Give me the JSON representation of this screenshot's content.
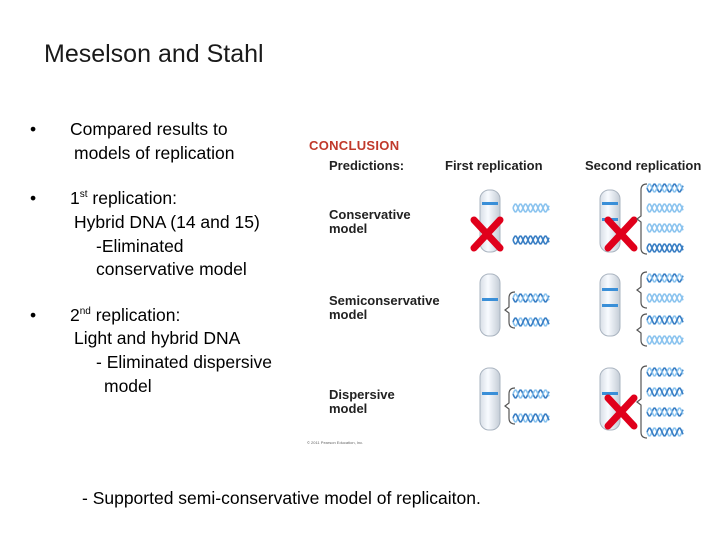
{
  "slide": {
    "title": "Meselson and Stahl",
    "bullets": [
      {
        "symbol": "•",
        "lines": [
          "Compared results to",
          "models of replication"
        ]
      },
      {
        "symbol": "•",
        "line1_num": "1",
        "line1_sup": "st",
        "line1_rest": " replication:",
        "lines": [
          "Hybrid DNA (14 and 15)",
          "-Eliminated",
          "conservative model"
        ]
      },
      {
        "symbol": "•",
        "line1_num": "2",
        "line1_sup": "nd",
        "line1_rest": " replication:",
        "lines": [
          "Light and hybrid DNA",
          "-  Eliminated dispersive",
          "model"
        ]
      }
    ],
    "footer": "-  Supported semi-conservative model of replicaiton."
  },
  "figure": {
    "heading": "CONCLUSION",
    "predictions_label": "Predictions:",
    "first_replication": "First replication",
    "second_replication": "Second replication",
    "models": [
      {
        "label_line1": "Conservative",
        "label_line2": "model",
        "first_eliminated": true,
        "second_eliminated": true
      },
      {
        "label_line1": "Semiconservative",
        "label_line2": "model",
        "first_eliminated": false,
        "second_eliminated": false
      },
      {
        "label_line1": "Dispersive",
        "label_line2": "model",
        "first_eliminated": false,
        "second_eliminated": true
      }
    ],
    "copyright": "© 2011 Pearson Education, Inc.",
    "colors": {
      "heading": "#c0392b",
      "cross": "#e0001b",
      "tube_band": "#3a8fd8",
      "dna_dark": "#3a7fc4",
      "dna_light": "#8cc4ef"
    }
  }
}
